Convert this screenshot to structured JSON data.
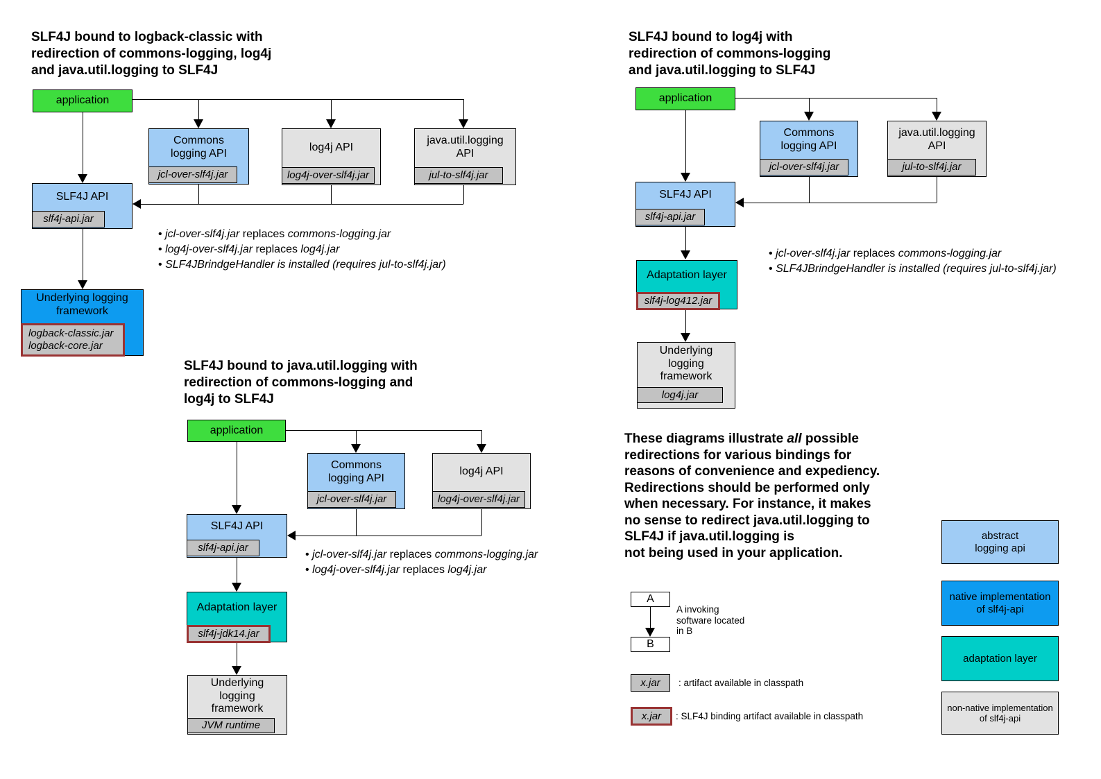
{
  "diagram1": {
    "title": "SLF4J bound to logback-classic with\nredirection of commons-logging, log4j\nand java.util.logging to SLF4J",
    "application": "application",
    "commons_label": "Commons\nlogging API",
    "commons_jar": "jcl-over-slf4j.jar",
    "log4j_label": "log4j API",
    "log4j_jar": "log4j-over-slf4j.jar",
    "jul_label": "java.util.logging\nAPI",
    "jul_jar": "jul-to-slf4j.jar",
    "slf4j_label": "SLF4J API",
    "slf4j_jar": "slf4j-api.jar",
    "underlying_label": "Underlying logging\nframework",
    "underlying_jar": "logback-classic.jar\nlogback-core.jar",
    "bullets": [
      {
        "marker": "•",
        "jar1": "jcl-over-slf4j.jar",
        "mid": " replaces ",
        "jar2": "commons-logging.jar"
      },
      {
        "marker": "•",
        "jar1": "log4j-over-slf4j.jar",
        "mid": " replaces ",
        "jar2": "log4j.jar"
      },
      {
        "marker": "•",
        "jar1": "SLF4JBrindgeHandler is installed (requires jul-to-slf4j.jar)",
        "mid": "",
        "jar2": ""
      }
    ]
  },
  "diagram2": {
    "title": "SLF4J bound to log4j with\nredirection of commons-logging\nand java.util.logging to SLF4J",
    "application": "application",
    "commons_label": "Commons\nlogging API",
    "commons_jar": "jcl-over-slf4j.jar",
    "jul_label": "java.util.logging\nAPI",
    "jul_jar": "jul-to-slf4j.jar",
    "slf4j_label": "SLF4J API",
    "slf4j_jar": "slf4j-api.jar",
    "adaptation_label": "Adaptation layer",
    "adaptation_jar": "slf4j-log412.jar",
    "underlying_label": "Underlying\nlogging\nframework",
    "underlying_jar": "log4j.jar",
    "bullets": [
      {
        "marker": "•",
        "jar1": "jcl-over-slf4j.jar",
        "mid": " replaces ",
        "jar2": "commons-logging.jar"
      },
      {
        "marker": "•",
        "jar1": "SLF4JBrindgeHandler is installed (requires jul-to-slf4j.jar)",
        "mid": "",
        "jar2": ""
      }
    ]
  },
  "diagram3": {
    "title": "SLF4J bound to java.util.logging with\nredirection of commons-logging and\nlog4j to SLF4J",
    "application": "application",
    "commons_label": "Commons\nlogging API",
    "commons_jar": "jcl-over-slf4j.jar",
    "log4j_label": "log4j API",
    "log4j_jar": "log4j-over-slf4j.jar",
    "slf4j_label": "SLF4J API",
    "slf4j_jar": "slf4j-api.jar",
    "adaptation_label": "Adaptation layer",
    "adaptation_jar": "slf4j-jdk14.jar",
    "underlying_label": "Underlying\nlogging\nframework",
    "underlying_jar": "JVM runtime",
    "bullets": [
      {
        "marker": "•",
        "jar1": "jcl-over-slf4j.jar",
        "mid": " replaces ",
        "jar2": "commons-logging.jar"
      },
      {
        "marker": "•",
        "jar1": "log4j-over-slf4j.jar",
        "mid": " replaces ",
        "jar2": "log4j.jar"
      }
    ]
  },
  "note": {
    "lead": "These diagrams illustrate ",
    "emphasis": "all",
    "rest": " possible\nredirections for various bindings for\nreasons of convenience and expediency.\nRedirections should be performed only\nwhen necessary. For instance, it makes\nno sense to redirect java.util.logging to\nSLF4J if java.util.logging is\nnot being used in your application."
  },
  "legend": {
    "box_a": "A",
    "box_b": "B",
    "invoke_text": "A invoking\nsoftware located\nin B",
    "jar_sample": "x.jar",
    "jar_text": ": artifact available in classpath",
    "binding_sample": "x.jar",
    "binding_text": ": SLF4J binding artifact available in classpath",
    "abstract_label": "abstract\nlogging api",
    "native_label": "native implementation\nof slf4j-api",
    "adaptation_label": "adaptation layer",
    "nonnative_label": "non-native implementation\nof slf4j-api"
  },
  "colors": {
    "application_green": "#3EDD3E",
    "abstract_logging_api_blue": "#A0CCF5",
    "native_impl_blue": "#0D9BF0",
    "adaptation_teal": "#00CEC8",
    "nonnative_gray": "#E2E2E2",
    "jar_gray": "#C2C2C2",
    "binding_border_red": "#993333"
  }
}
